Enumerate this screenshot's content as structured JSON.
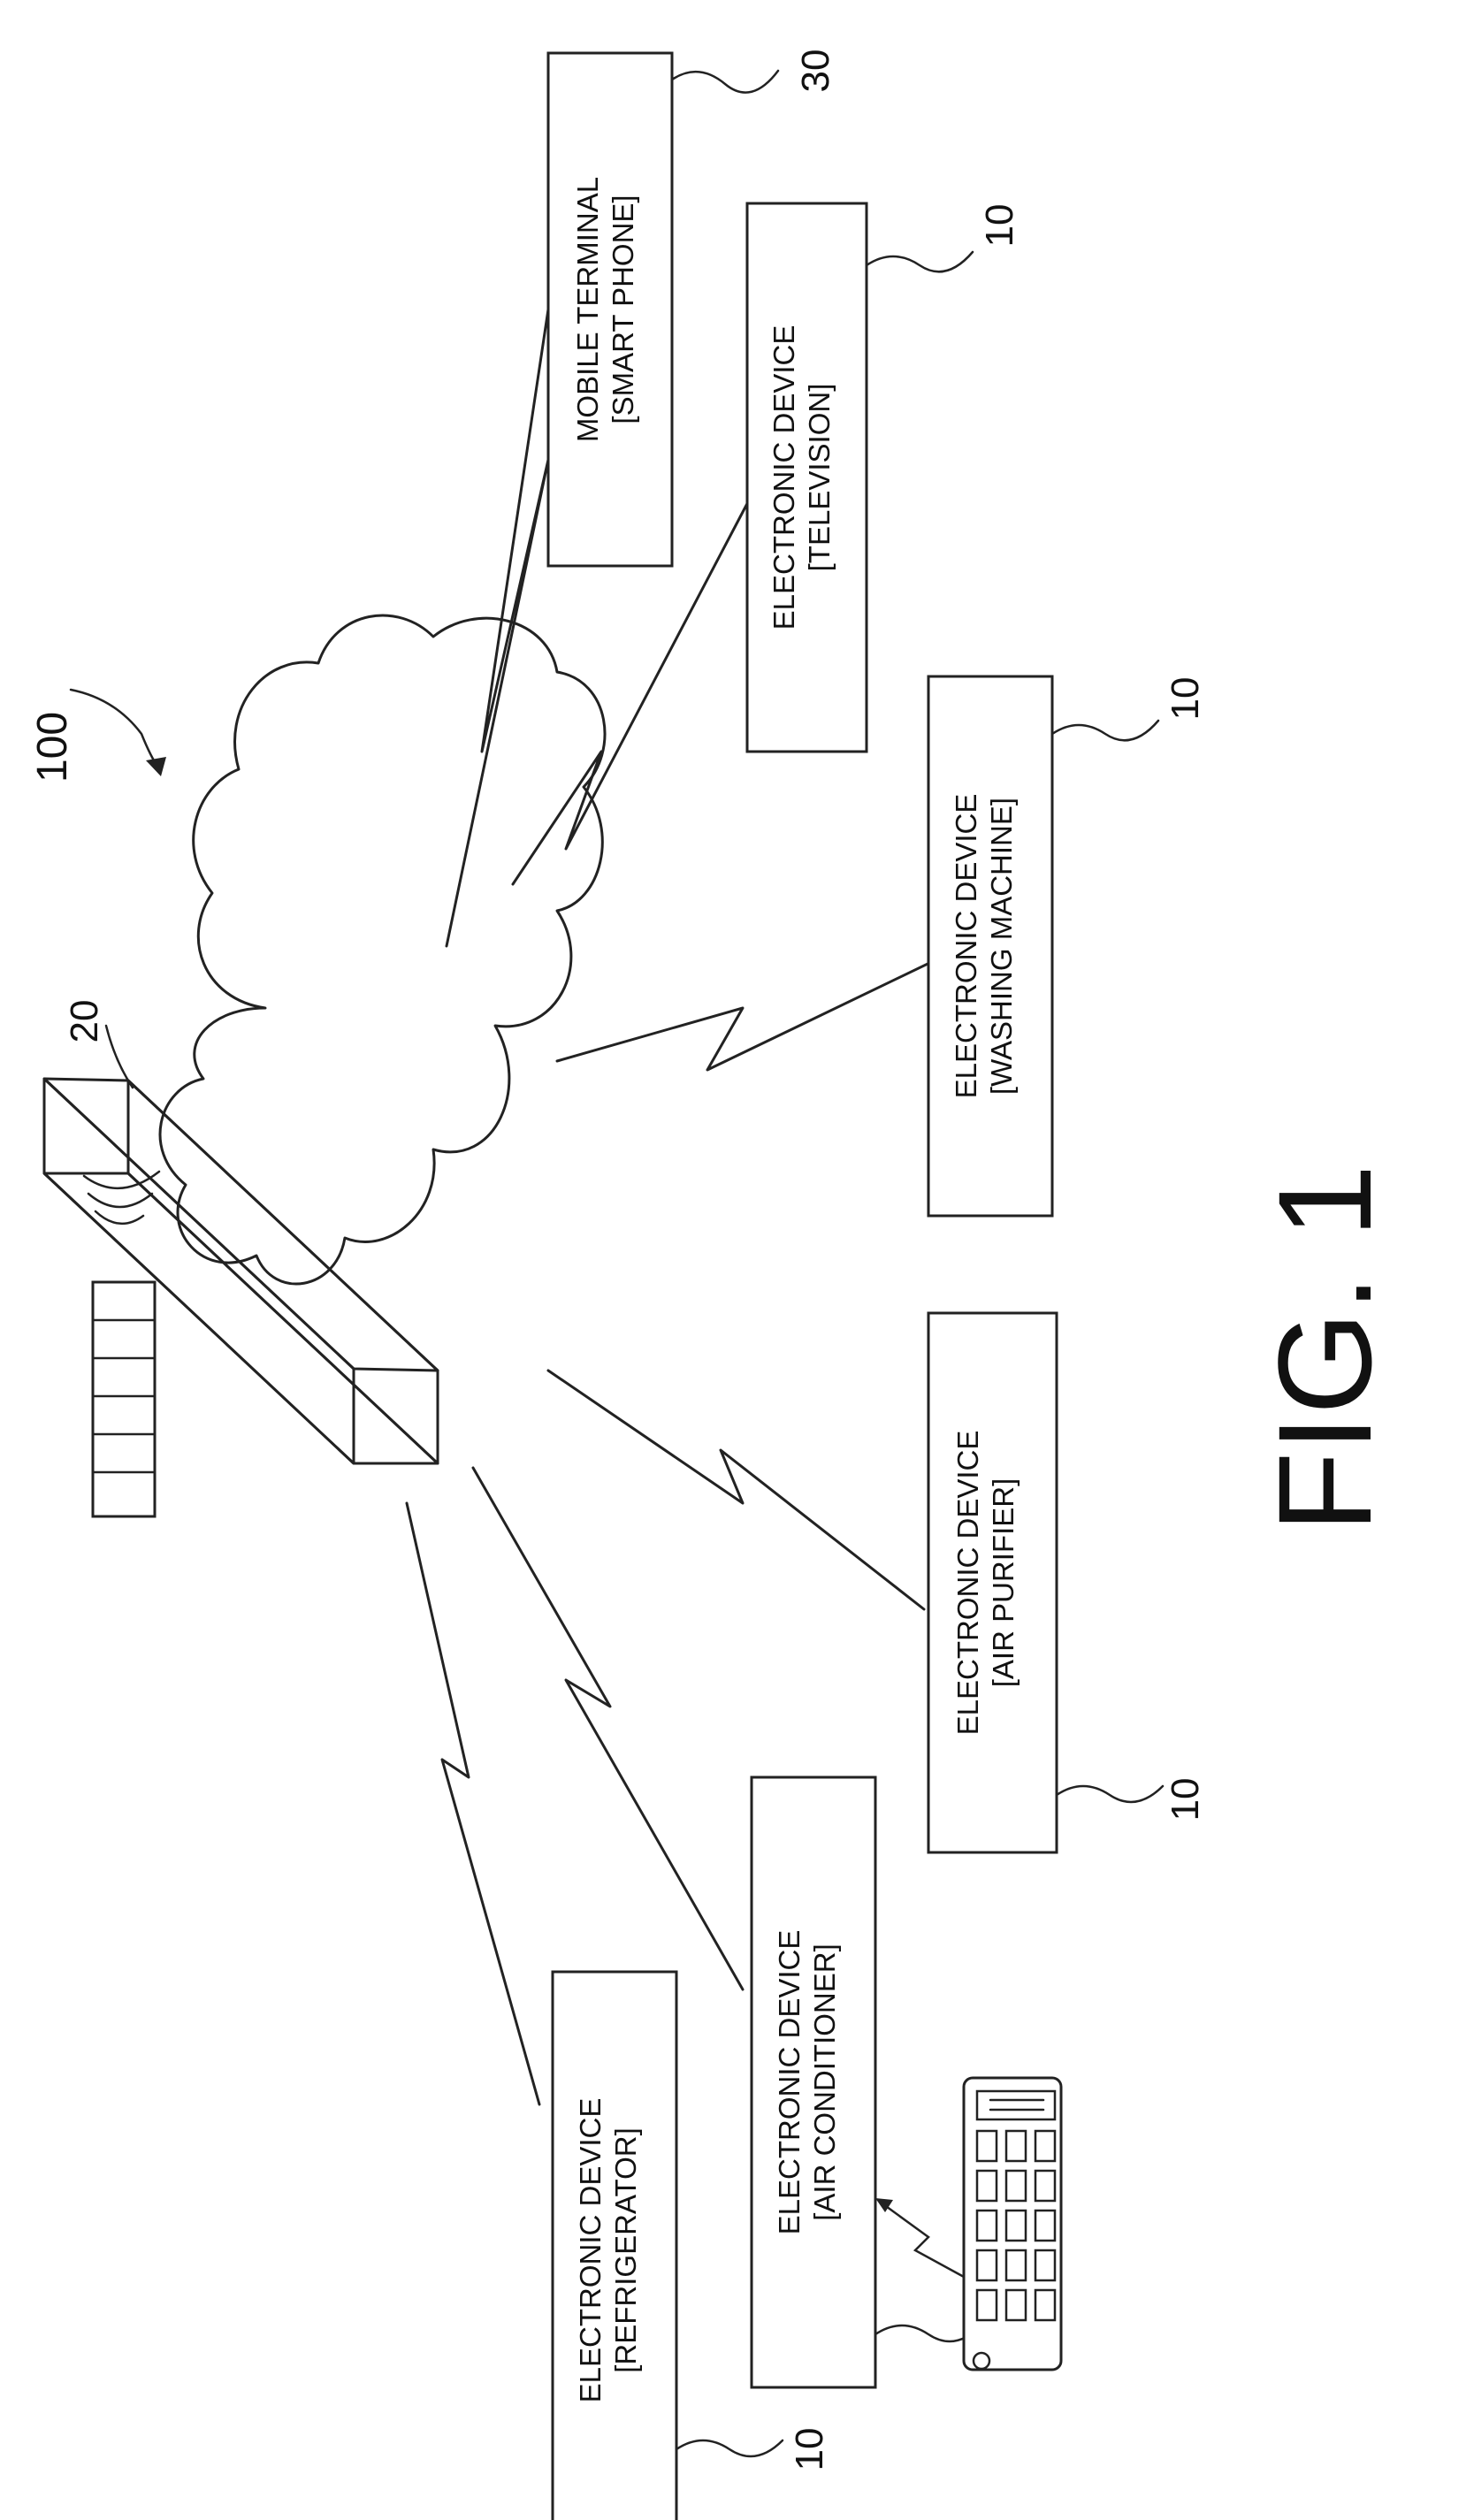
{
  "figure": {
    "caption": "FIG. 1",
    "system_ref": "100",
    "server_ref": "20"
  },
  "devices": [
    {
      "id": "mobile",
      "line1": "MOBILE TERMINAL",
      "line2": "[SMART PHONE]",
      "ref": "30"
    },
    {
      "id": "tv",
      "line1": "ELECTRONIC DEVICE",
      "line2": "[TELEVISION]",
      "ref": "10"
    },
    {
      "id": "washer",
      "line1": "ELECTRONIC DEVICE",
      "line2": "[WASHING MACHINE]",
      "ref": "10"
    },
    {
      "id": "purifier",
      "line1": "ELECTRONIC DEVICE",
      "line2": "[AIR PURIFIER]",
      "ref": "10"
    },
    {
      "id": "ac",
      "line1": "ELECTRONIC DEVICE",
      "line2": "[AIR CONDITIONER]",
      "ref": "10"
    },
    {
      "id": "fridge",
      "line1": "ELECTRONIC DEVICE",
      "line2": "[REFRIGERATOR]",
      "ref": "10"
    }
  ]
}
